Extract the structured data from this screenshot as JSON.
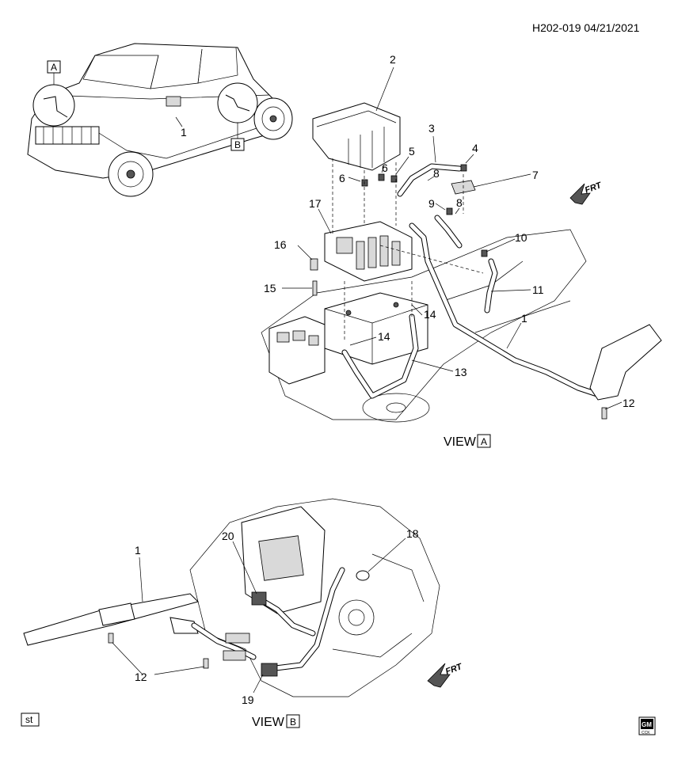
{
  "header": {
    "code": "H202-019  04/21/2021"
  },
  "view_a": {
    "label": "VIEW",
    "letter": "A"
  },
  "view_b": {
    "label": "VIEW",
    "letter": "B"
  },
  "vehicle": {
    "callout_a": "A",
    "callout_b": "B",
    "callout_1": "1"
  },
  "callouts_a": [
    "2",
    "3",
    "4",
    "5",
    "6",
    "6",
    "7",
    "8",
    "8",
    "9",
    "10",
    "11",
    "1",
    "12",
    "13",
    "14",
    "14",
    "15",
    "16",
    "17"
  ],
  "callouts_b": [
    "1",
    "12",
    "18",
    "19",
    "20"
  ],
  "frt": {
    "label": "FRT"
  },
  "footer": {
    "st": "st",
    "logo_top": "GM",
    "logo_bottom": "CCK"
  }
}
